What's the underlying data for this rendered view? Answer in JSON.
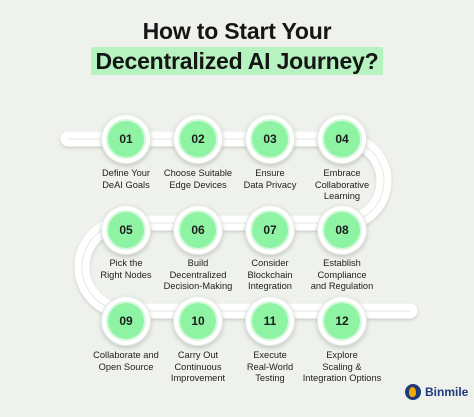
{
  "title": {
    "line1": "How to Start Your",
    "line2": "Decentralized AI Journey?"
  },
  "colors": {
    "background": "#eef1ec",
    "accent": "#8ef4a3",
    "highlight": "#b7f3c0",
    "brand": "#1f3a7a"
  },
  "steps": [
    {
      "number": "01",
      "label": "Define Your\nDeAI Goals"
    },
    {
      "number": "02",
      "label": "Choose Suitable\nEdge Devices"
    },
    {
      "number": "03",
      "label": "Ensure\nData Privacy"
    },
    {
      "number": "04",
      "label": "Embrace\nCollaborative\nLearning"
    },
    {
      "number": "05",
      "label": "Pick the\nRight Nodes"
    },
    {
      "number": "06",
      "label": "Build\nDecentralized\nDecision-Making"
    },
    {
      "number": "07",
      "label": "Consider\nBlockchain\nIntegration"
    },
    {
      "number": "08",
      "label": "Establish\nCompliance\nand Regulation"
    },
    {
      "number": "09",
      "label": "Collaborate and\nOpen Source"
    },
    {
      "number": "10",
      "label": "Carry Out\nContinuous\nImprovement"
    },
    {
      "number": "11",
      "label": "Execute\nReal-World\nTesting"
    },
    {
      "number": "12",
      "label": "Explore\nScaling &\nIntegration Options"
    }
  ],
  "brand": {
    "name": "Binmile",
    "icon": "binmile-logo-icon"
  }
}
